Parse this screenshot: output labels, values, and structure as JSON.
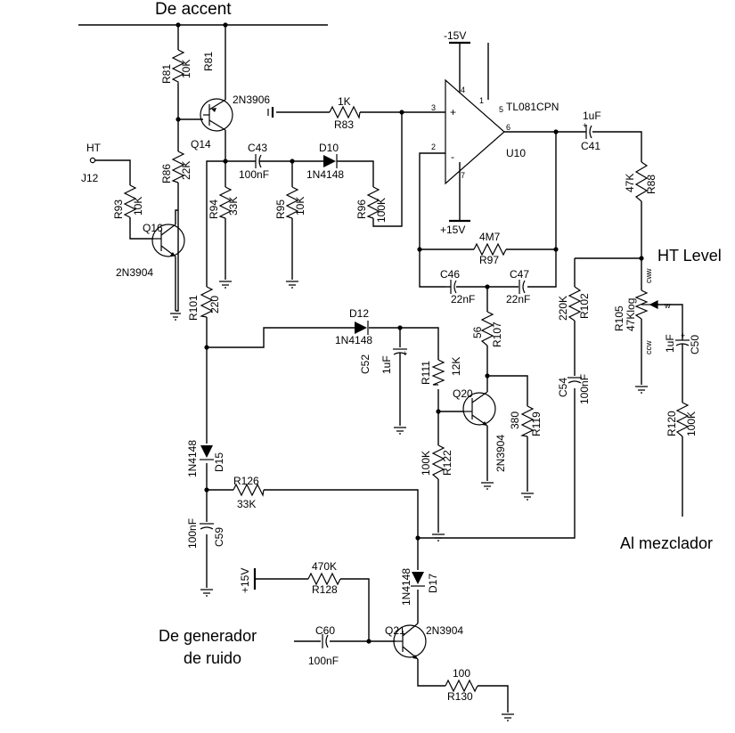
{
  "labels": {
    "de_accent": "De accent",
    "ht_input": "HT",
    "j12": "J12",
    "ht_level": "HT Level",
    "al_mezclador": "Al mezclador",
    "de_generador_1": "De generador",
    "de_generador_2": "de ruido",
    "neg15": "-15V",
    "pos15": "+15V",
    "pos15b": "+15V"
  },
  "components": {
    "R81": {
      "ref": "R81",
      "value": "10K"
    },
    "R86": {
      "ref": "R86",
      "value": "22K"
    },
    "R93": {
      "ref": "R93",
      "value": "10K"
    },
    "R94": {
      "ref": "R94",
      "value": "33K"
    },
    "R95": {
      "ref": "R95",
      "value": "10K"
    },
    "R96": {
      "ref": "R96",
      "value": "100K"
    },
    "R83": {
      "ref": "R83",
      "value": "1K"
    },
    "R97": {
      "ref": "R97",
      "value": "4M7"
    },
    "R88": {
      "ref": "R88",
      "value": "47K"
    },
    "R101": {
      "ref": "R101",
      "value": "220"
    },
    "R102": {
      "ref": "R102",
      "value": "220K"
    },
    "R105": {
      "ref": "R105",
      "value": "47Klog"
    },
    "R107": {
      "ref": "R107",
      "value": "56"
    },
    "R111": {
      "ref": "R111",
      "value": "12K"
    },
    "R119": {
      "ref": "R119",
      "value": "380"
    },
    "R120": {
      "ref": "R120",
      "value": "100K"
    },
    "R122": {
      "ref": "R122",
      "value": "100K"
    },
    "R126": {
      "ref": "R126",
      "value": "33K"
    },
    "R128": {
      "ref": "R128",
      "value": "470K"
    },
    "R130": {
      "ref": "R130",
      "value": "100"
    },
    "C41": {
      "ref": "C41",
      "value": "1uF"
    },
    "C43": {
      "ref": "C43",
      "value": "100nF"
    },
    "C46": {
      "ref": "C46",
      "value": "22nF"
    },
    "C47": {
      "ref": "C47",
      "value": "22nF"
    },
    "C50": {
      "ref": "C50",
      "value": "1uF"
    },
    "C52": {
      "ref": "C52",
      "value": "1uF"
    },
    "C54": {
      "ref": "C54",
      "value": "100nF"
    },
    "C59": {
      "ref": "C59",
      "value": "100nF"
    },
    "C60": {
      "ref": "C60",
      "value": "100nF"
    },
    "D10": {
      "ref": "D10",
      "value": "1N4148"
    },
    "D12": {
      "ref": "D12",
      "value": "1N4148"
    },
    "D15": {
      "ref": "D15",
      "value": "1N4148"
    },
    "D17": {
      "ref": "D17",
      "value": "1N4148"
    },
    "Q14": {
      "ref": "Q14",
      "value": "2N3906"
    },
    "Q16": {
      "ref": "Q16",
      "value": "2N3904"
    },
    "Q20": {
      "ref": "Q20",
      "value": "2N3904"
    },
    "Q21": {
      "ref": "Q21",
      "value": "2N3904"
    },
    "U10": {
      "ref": "U10",
      "value": "TL081CPN"
    }
  },
  "pins": {
    "p1": "1",
    "p2": "2",
    "p3": "3",
    "p4": "4",
    "p5": "5",
    "p6": "6",
    "p7": "7",
    "plus": "+",
    "minus": "-",
    "w1": "w",
    "w2": "w",
    "ccw": "ccw",
    "cw": "cw"
  }
}
